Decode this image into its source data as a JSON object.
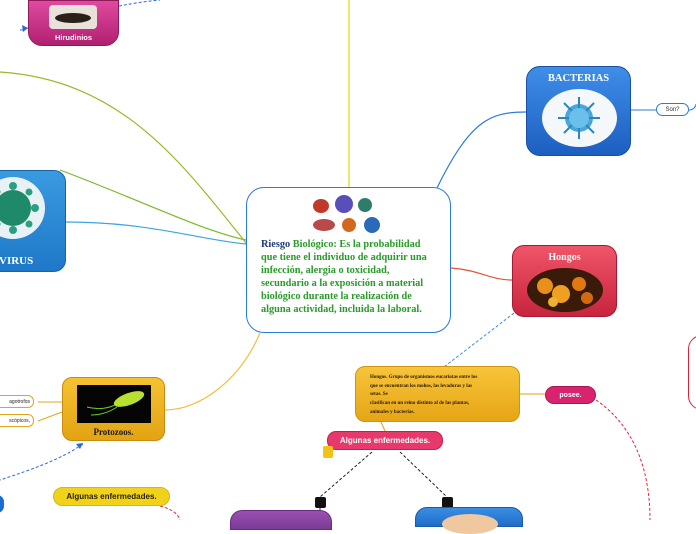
{
  "central": {
    "title_keyword": "Riesgo",
    "description": "Biológico: Es la probabilidad que tiene el individuo de adquirir una infección, alergia o toxicidad, secundario a la exposición a material biológico durante la realización de alguna actividad, incluida la laboral."
  },
  "nodes": {
    "bacterias": "BACTERIAS",
    "hongos": "Hongos",
    "virus": "VIRUS",
    "hirudinios": "Hirudinios",
    "protozoos": "Protozoos.",
    "hongos_desc": [
      "Hongos. Grupo de organismos eucariotas entre los",
      "que se encuentran los mohos, las levaduras y las",
      "setas. Se",
      "clasifican en un reino distinto al de las plantas,",
      "animales y bacterias."
    ]
  },
  "pills": {
    "son": "Son?",
    "posee": "posee.",
    "enf_hongos": "Algunas enfermedades.",
    "enf_protozoos": "Algunas enfermedades.",
    "fagotrofos": "agotrofos",
    "microscopicos": "scópicos,"
  },
  "colors": {
    "central_border": "#2a7bd6",
    "bacterias": "#2f7be0",
    "hongos": "#e2455c",
    "virus": "#2d8ad8",
    "hirudinios": "#c8307f",
    "protozoos": "#efb424",
    "posee": "#d8246e",
    "enfermedades_pink": "#e83a6a",
    "enfermedades_yellow": "#f0d21a"
  }
}
